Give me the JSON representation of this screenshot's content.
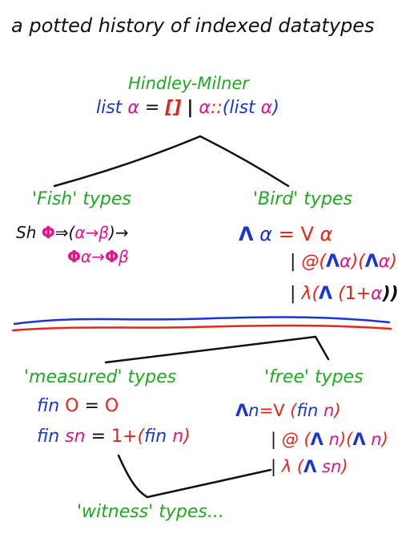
{
  "title": "a potted history of indexed datatypes",
  "colors": {
    "black": "#111111",
    "green": "#1faa1f",
    "blue": "#1a35d6",
    "magenta": "#e0168a",
    "red": "#e6261b"
  },
  "hindley_milner": {
    "label": "Hindley-Milner",
    "parts": [
      "list",
      "α",
      "=",
      "[]",
      "|",
      "α",
      "::",
      "(",
      "list",
      "α",
      ")"
    ]
  },
  "fish": {
    "label": "'Fish' types",
    "line1": [
      "Sh",
      "Φ",
      "⇒(",
      "α",
      "→",
      "β",
      ")",
      "→"
    ],
    "line2": [
      "Φ",
      "α",
      "→",
      "Φ",
      "β"
    ]
  },
  "bird": {
    "label": "'Bird' types",
    "line1": [
      "Λ",
      "α",
      "=",
      "V",
      "α"
    ],
    "line2": [
      "|",
      "@",
      "(",
      "Λ",
      "α",
      ")(",
      "Λ",
      "α",
      ")"
    ],
    "line3": [
      "|",
      "λ",
      "(",
      "Λ",
      "(",
      "1",
      "+",
      "α",
      "))"
    ]
  },
  "measured": {
    "label": "'measured' types",
    "line1": [
      "fin",
      "O",
      "=",
      "O"
    ],
    "line2": [
      "fin",
      "sn",
      "=",
      "1",
      "+",
      "(",
      "fin",
      "n",
      ")"
    ]
  },
  "free": {
    "label": "'free' types",
    "line1": [
      "Λ",
      "n",
      "=",
      "V",
      "(",
      "fin",
      "n",
      ")"
    ],
    "line2": [
      "|",
      "@",
      "(",
      "Λ",
      "n",
      ")(",
      "Λ",
      "n",
      ")"
    ],
    "line3": [
      "|",
      "λ",
      "(",
      "Λ",
      "sn",
      ")"
    ]
  },
  "witness": {
    "label": "'witness' types..."
  }
}
